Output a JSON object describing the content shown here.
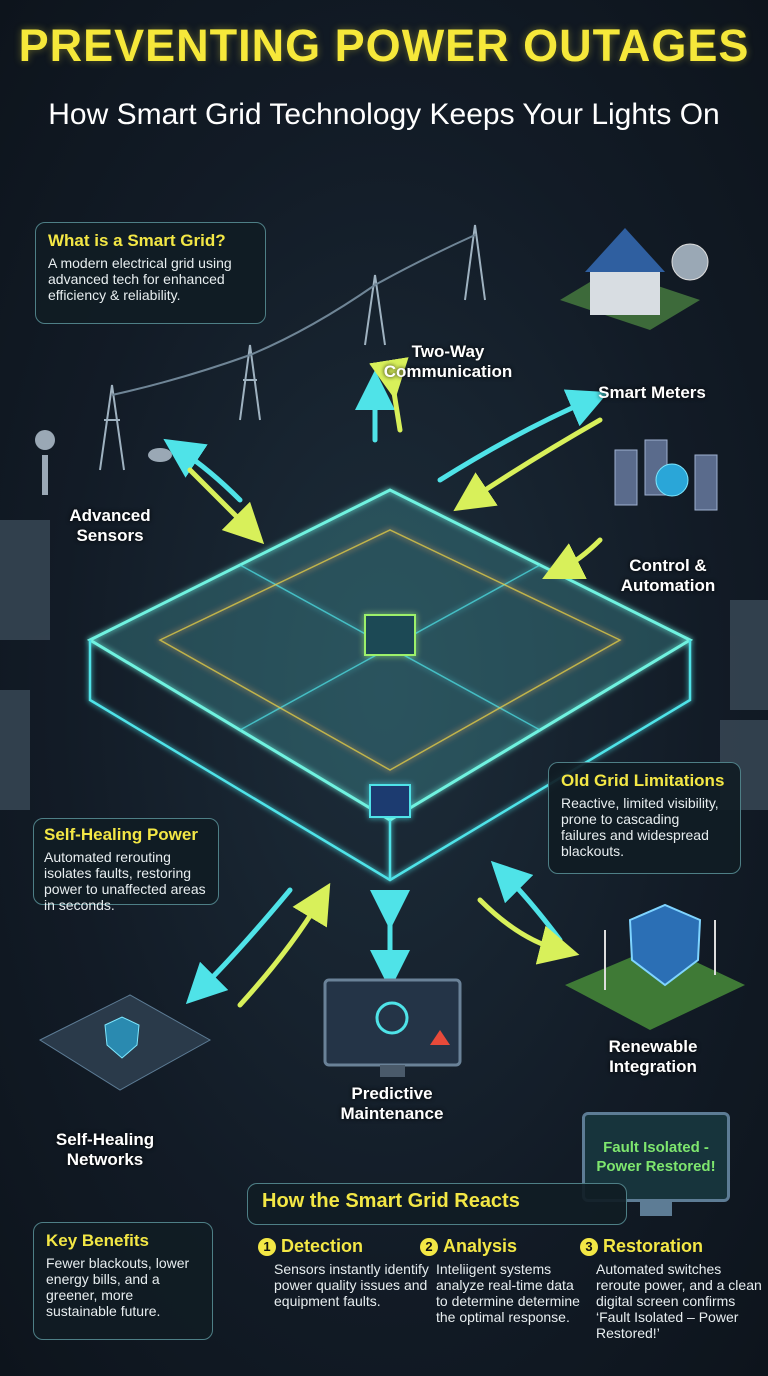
{
  "header": {
    "title": "PREVENTING POWER OUTAGES",
    "subtitle": "How Smart Grid Technology Keeps Your Lights On"
  },
  "smart_grid_box": {
    "title": "What is a Smart Grid?",
    "text": "A modern electrical grid using advanced tech for enhanced efficiency & reliability."
  },
  "labels": {
    "two_way": "Two-Way Communication",
    "smart_meters": "Smart Meters",
    "sensors": "Advanced Sensors",
    "control": "Control & Automation",
    "renewable": "Renewable Integration",
    "networks": "Self-Healing Networks",
    "maintenance": "Predictive Maintenance"
  },
  "old_grid_box": {
    "title": "Old Grid Limitations",
    "text": "Reactive, limited visibility, prone to cascading failures and widespread blackouts."
  },
  "self_healing_box": {
    "title": "Self-Healing Power",
    "text": "Automated rerouting isolates faults, restoring power to unaffected areas in seconds."
  },
  "fault_screen": {
    "text": "Fault Isolated - Power Restored!"
  },
  "reacts": {
    "title": "How the Smart Grid Reacts",
    "steps": [
      {
        "number": "1",
        "title": "Detection",
        "text": "Sensors instantly identify power quality issues and equipment faults."
      },
      {
        "number": "2",
        "title": "Analysis",
        "text": "Inteliigent systems analyze real-time data to determine determine the optimal response."
      },
      {
        "number": "3",
        "title": "Restoration",
        "text": "Automated switches reroute power, and a clean digital screen confirms ‘Fault Isolated – Power Restored!’"
      }
    ]
  },
  "benefits_box": {
    "title": "Key Benefits",
    "text": "Fewer blackouts, lower energy bills, and a greener, more sustainable future."
  },
  "colors": {
    "accent_yellow": "#f3e745",
    "glow_cyan": "#4fe3e8",
    "glow_green": "#9df06a",
    "background": "#111a24"
  }
}
